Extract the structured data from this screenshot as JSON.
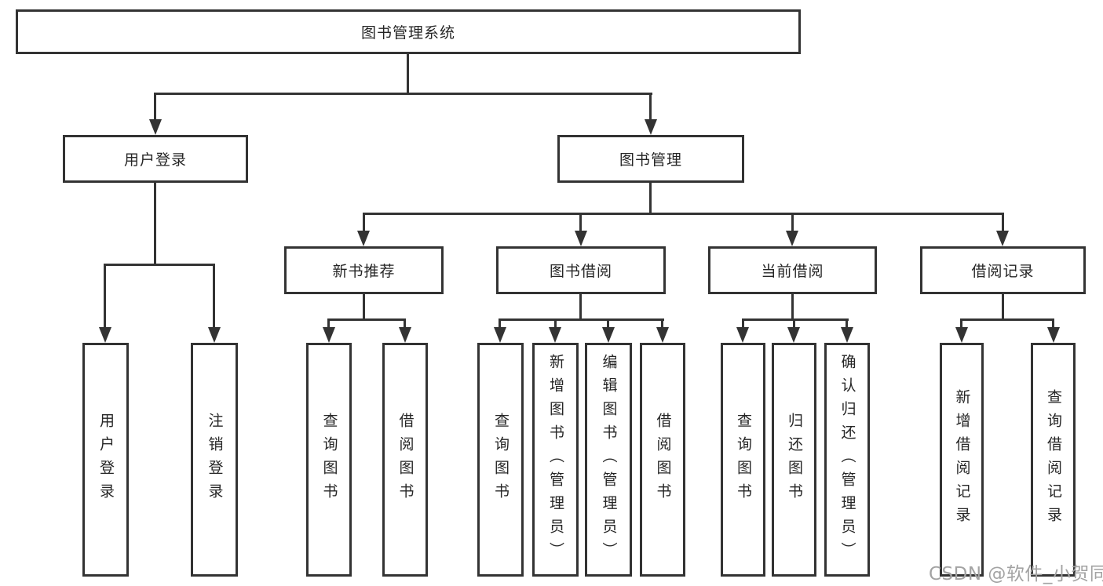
{
  "diagram": {
    "root": {
      "label": "图书管理系统"
    },
    "level2": [
      {
        "label": "用户登录"
      },
      {
        "label": "图书管理"
      }
    ],
    "level3": [
      {
        "label": "新书推荐"
      },
      {
        "label": "图书借阅"
      },
      {
        "label": "当前借阅"
      },
      {
        "label": "借阅记录"
      }
    ],
    "leaves": {
      "user_login": [
        "用户登录",
        "注销登录"
      ],
      "new_book": [
        "查询图书",
        "借阅图书"
      ],
      "book_borrow": [
        "查询图书",
        "新增图书（管理员）",
        "编辑图书（管理员）",
        "借阅图书"
      ],
      "current_borrow": [
        "查询图书",
        "归还图书",
        "确认归还（管理员）"
      ],
      "borrow_record": [
        "新增借阅记录",
        "查询借阅记录"
      ]
    }
  },
  "watermark": {
    "text": "CSDN @软件_小贺同学"
  },
  "colors": {
    "line": "#333333",
    "watermark": "#a3a3a3",
    "background": "#ffffff"
  }
}
